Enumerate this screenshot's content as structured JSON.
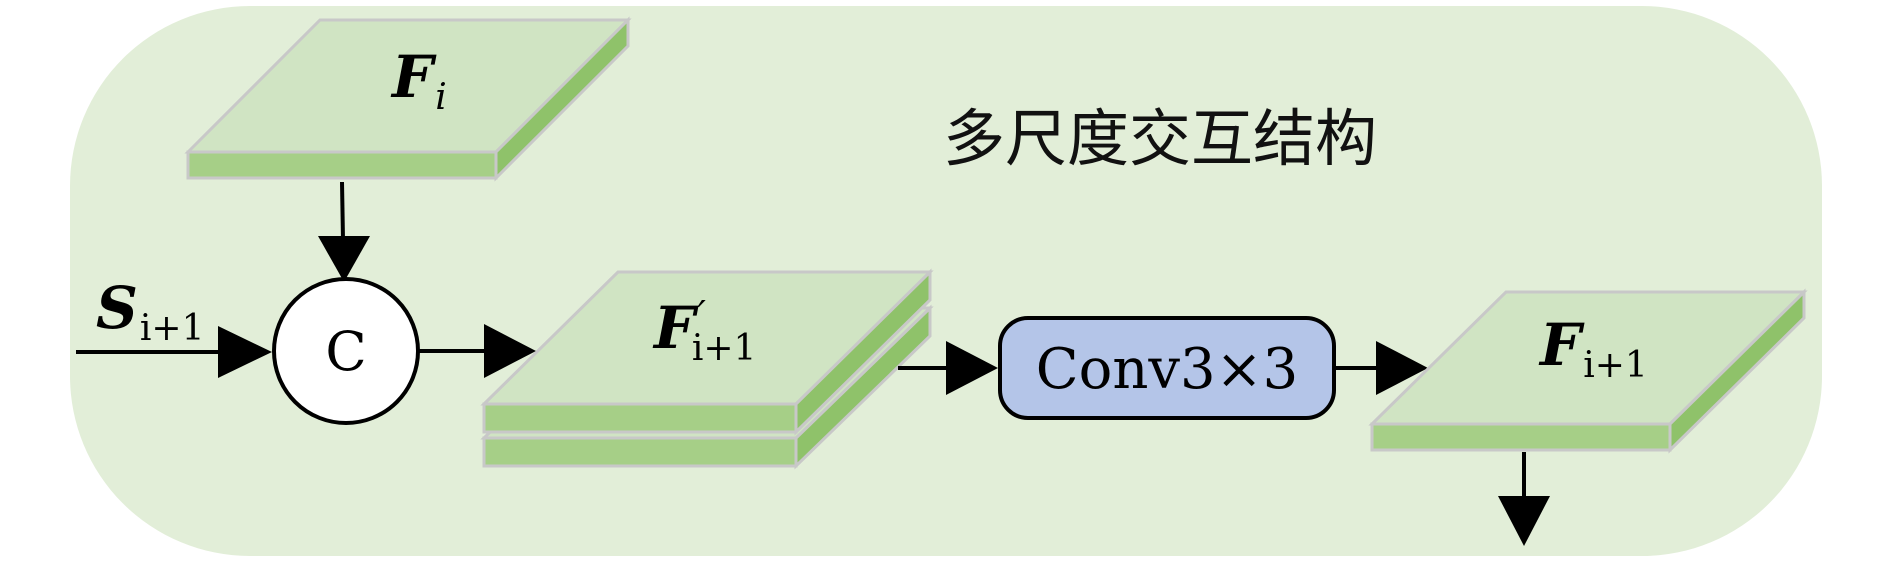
{
  "title": "多尺度交互结构",
  "inputs": {
    "f_i": {
      "main": "F",
      "sub": "i"
    },
    "s_i1": {
      "main": "S",
      "sub": "i+1"
    }
  },
  "concat_node": {
    "label": "C"
  },
  "intermediate": {
    "main": "F",
    "prime": "′",
    "sub": "i+1"
  },
  "conv_block": {
    "label": "Conv3×3"
  },
  "output": {
    "main": "F",
    "sub": "i+1"
  },
  "colors": {
    "background_panel": "#e2eed8",
    "feature_top": "#d0e4c3",
    "feature_side": "#8fc26a",
    "feature_edge": "#c8c8c8",
    "conv_fill": "#b4c5e8",
    "arrow": "#000000"
  }
}
